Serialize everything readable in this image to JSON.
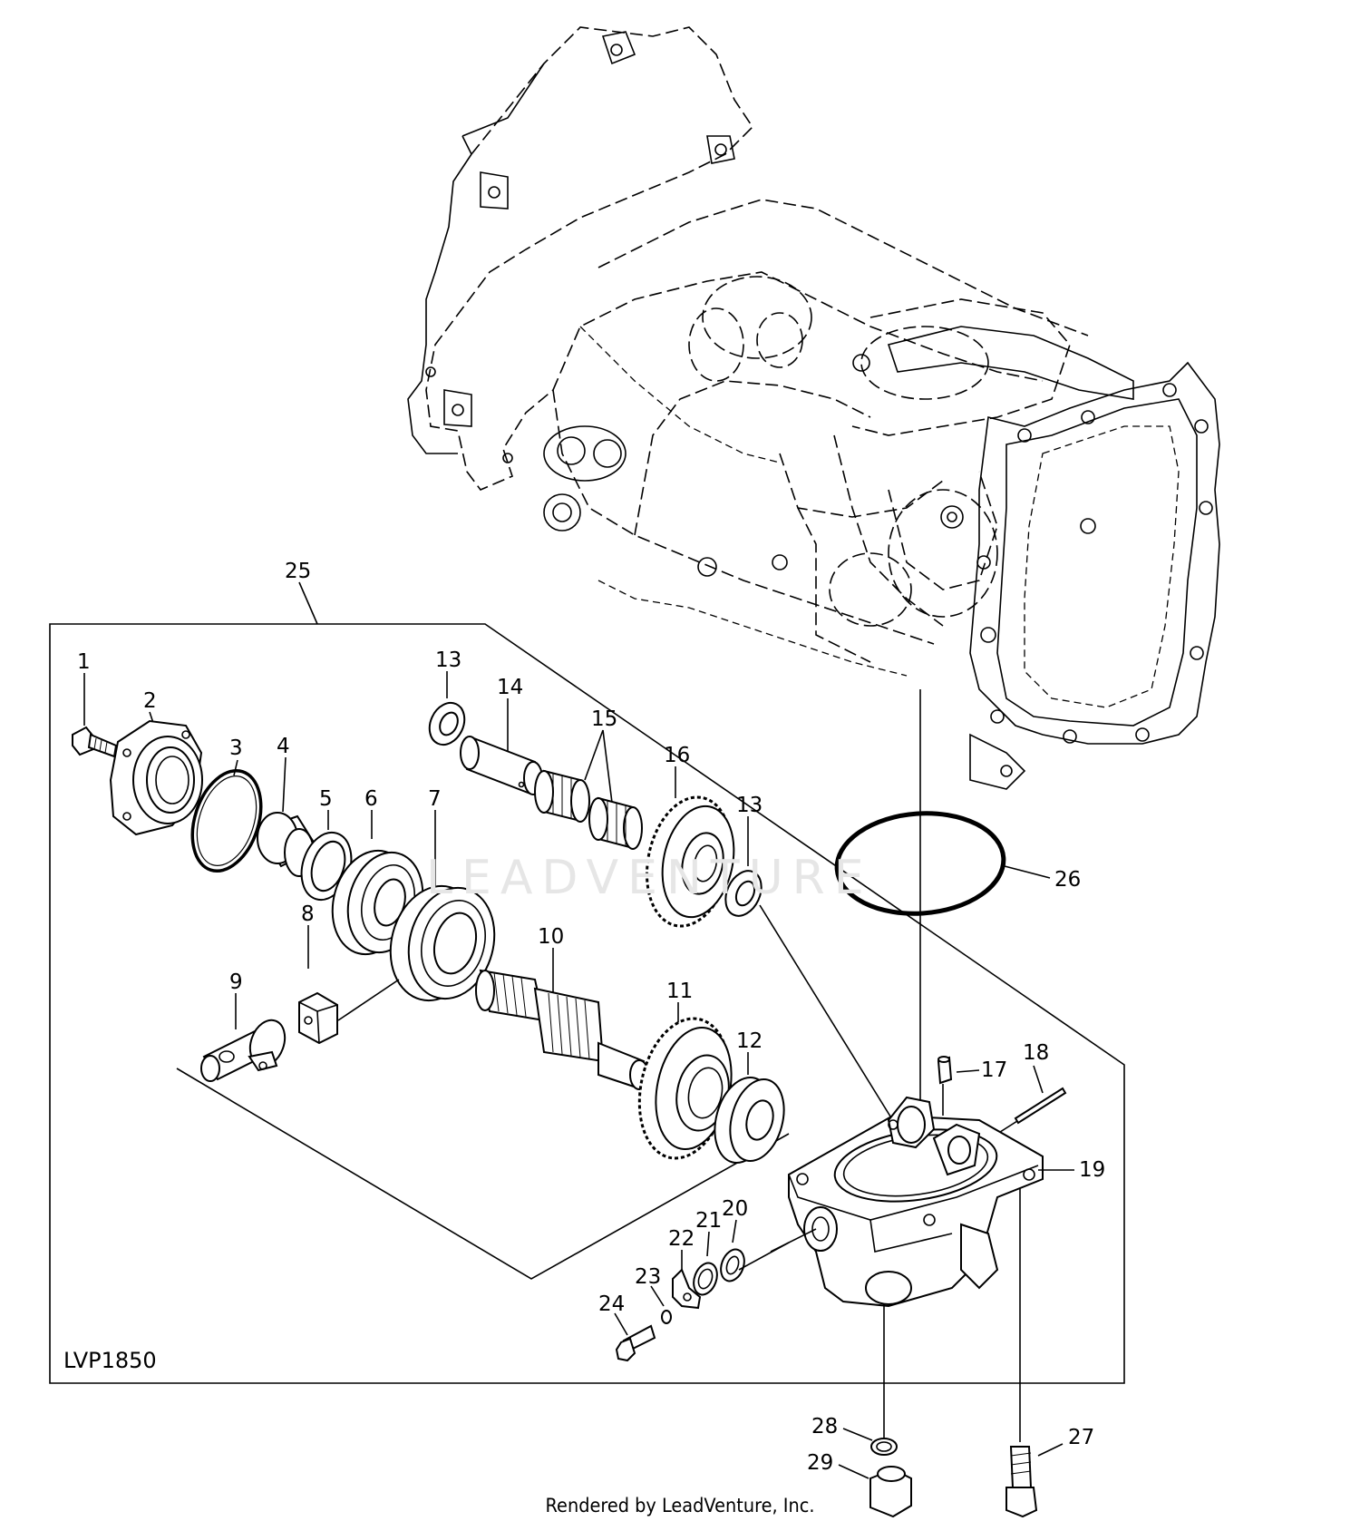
{
  "diagram_code": "LVP1850",
  "watermark": "LEADVENTURE",
  "footer": "Rendered by LeadVenture, Inc.",
  "callouts": [
    "1",
    "2",
    "3",
    "4",
    "5",
    "6",
    "7",
    "8",
    "9",
    "10",
    "11",
    "12",
    "13",
    "13",
    "14",
    "15",
    "16",
    "17",
    "18",
    "19",
    "20",
    "21",
    "22",
    "23",
    "24",
    "25",
    "26",
    "27",
    "28",
    "29"
  ]
}
